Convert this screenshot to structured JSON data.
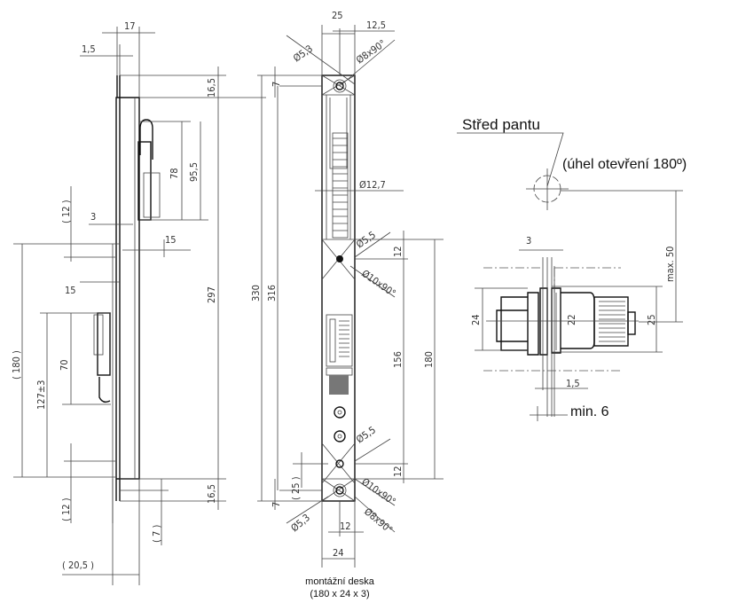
{
  "side_view": {
    "dims": {
      "w17": "17",
      "w1_5": "1,5",
      "top16_5": "16,5",
      "bottom16_5": "16,5",
      "h297": "297",
      "h95_5": "95,5",
      "h78": "78",
      "w3": "3",
      "w15_upper": "15",
      "h12_upper": "( 12 )",
      "h180": "( 180 )",
      "w15_lower": "15",
      "h127": "127±3",
      "h70": "70",
      "h12_lower": "( 12 )",
      "h7": "( 7 )",
      "w20_5": "( 20,5 )"
    }
  },
  "front_view": {
    "dims": {
      "w25": "25",
      "w12_5": "12,5",
      "d5_3_top": "Ø5,3",
      "d8_top": "Ø8x90°",
      "h7_top": "7",
      "h330": "330",
      "h316": "316",
      "d12_7": "Ø12,7",
      "d5_5_top": "Ø5,5",
      "d10_top": "Ø10x90°",
      "h12_top": "12",
      "h156": "156",
      "h180": "180",
      "h12_bottom": "12",
      "h25": "( 25 )",
      "d5_5_bottom": "Ø5,5",
      "d10_bottom": "Ø10x90°",
      "h7_bottom": "7",
      "d5_3_bottom": "Ø5,3",
      "d8_bottom": "Ø8x90°",
      "w12": "12",
      "w24": "24"
    },
    "caption_line1": "montážní deska",
    "caption_line2": "(180 x 24 x 3)"
  },
  "top_view": {
    "hinge_label": "Střed pantu",
    "hinge_note": "(úhel otevření 180º)",
    "dims": {
      "max50": "max. 50",
      "w3": "3",
      "h24": "24",
      "h22": "22",
      "h25": "25",
      "w1_5": "1,5",
      "min6": "min. 6"
    }
  }
}
